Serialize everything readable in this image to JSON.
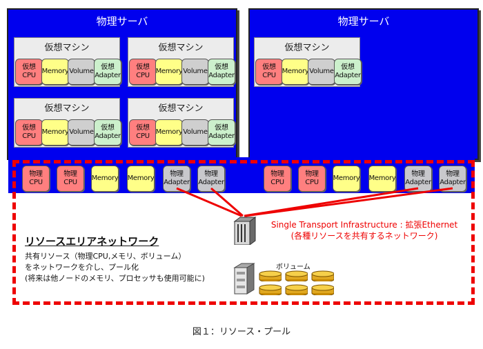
{
  "servers": [
    {
      "title": "物理サーバ"
    },
    {
      "title": "物理サーバ"
    }
  ],
  "vm": {
    "title": "仮想マシン",
    "chips": [
      {
        "type": "cpu",
        "lines": [
          "仮想",
          "CPU"
        ]
      },
      {
        "type": "mem",
        "lines": [
          "Memory"
        ]
      },
      {
        "type": "vol",
        "lines": [
          "Volume"
        ]
      },
      {
        "type": "ada",
        "lines": [
          "仮想",
          "Adapter"
        ]
      }
    ]
  },
  "pool": {
    "chips": [
      {
        "type": "cpu",
        "lines": [
          "物理",
          "CPU"
        ]
      },
      {
        "type": "cpu",
        "lines": [
          "物理",
          "CPU"
        ]
      },
      {
        "type": "mem",
        "lines": [
          "Memory"
        ]
      },
      {
        "type": "mem",
        "lines": [
          "Memory"
        ]
      },
      {
        "type": "pada",
        "lines": [
          "物理",
          "Adapter"
        ]
      },
      {
        "type": "pada",
        "lines": [
          "物理",
          "Adapter"
        ]
      }
    ]
  },
  "network": {
    "title": "リソースエリアネットワーク",
    "desc": [
      "共有リソース（物理CPU,メモリ、ボリューム）",
      "をネットワークを介し、プール化",
      "(将来は他ノードのメモリ、プロセッサも使用可能に)"
    ],
    "sti_line1": "Single Transport Infrastructure : 拡張Ethernet",
    "sti_line2": "(各種リソースを共有するネットワーク)",
    "volume_label": "ボリューム"
  },
  "caption": "図１：リソース・プール",
  "colors": {
    "server_bg": "#0000ee",
    "dash": "#ee0000",
    "cpu": "#ff7f7f",
    "memory": "#ffff88",
    "volume": "#cfcfcf",
    "adapter": "#ccf0cc"
  }
}
